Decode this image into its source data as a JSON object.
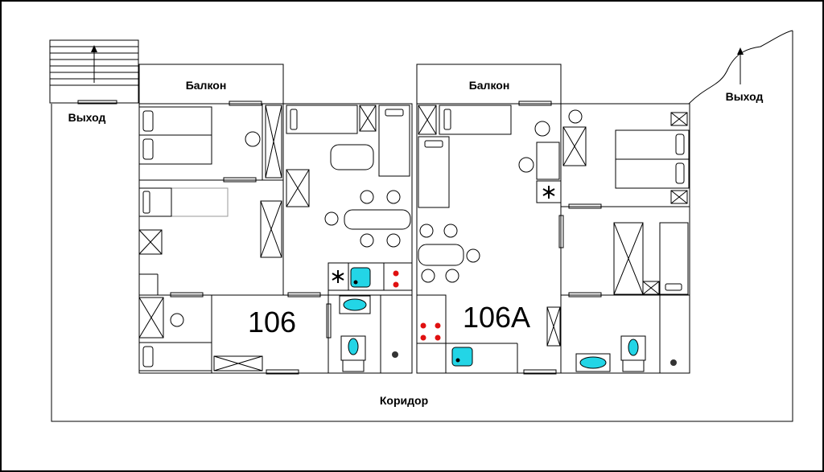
{
  "labels": {
    "balcony": "Балкон",
    "exit": "Выход",
    "corridor": "Коридор",
    "apt_106": "106",
    "apt_106a": "106A"
  },
  "colors": {
    "sink": "#23d5e6",
    "burner": "#e01010",
    "line": "#000000"
  },
  "icons": [
    "stairs-icon",
    "arrow-up-icon",
    "bed-icon",
    "chair-icon",
    "table-icon",
    "wardrobe-icon",
    "door-icon",
    "window-icon",
    "fan-icon",
    "sink-icon",
    "stove-icon",
    "drain-icon",
    "bathtub-icon"
  ]
}
